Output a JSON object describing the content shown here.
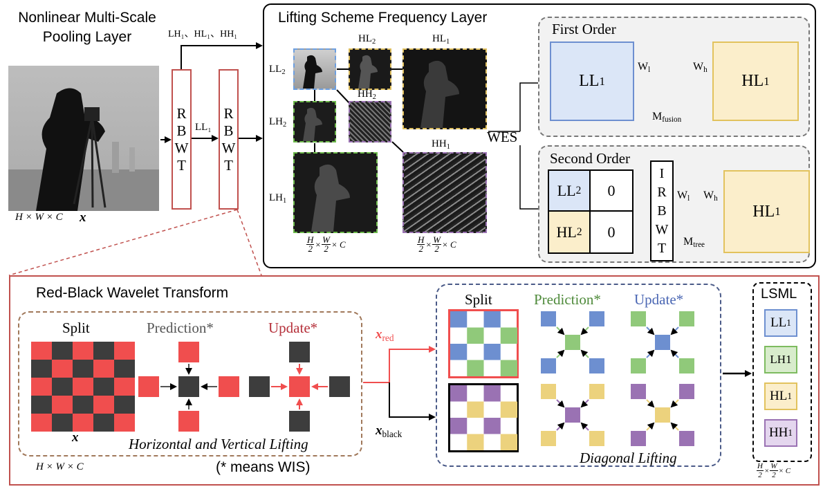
{
  "pooling": {
    "title_line1": "Nonlinear Multi-Scale",
    "title_line2": "Pooling Layer",
    "input_dims": "H × W × C",
    "input_var": "x",
    "rbwt_letters": [
      "R",
      "B",
      "W",
      "T"
    ],
    "top_branch_label": "LH₁、HL₁、HH₁",
    "ll1_label": "LL₁"
  },
  "lifting": {
    "title": "Lifting Scheme Frequency Layer",
    "ll2": "LL",
    "ll2_sub": "2",
    "hl2": "HL",
    "hl2_sub": "2",
    "hl1": "HL",
    "hl1_sub": "1",
    "lh2": "LH",
    "lh2_sub": "2",
    "hh2": "HH",
    "hh2_sub": "2",
    "hh1": "HH",
    "hh1_sub": "1",
    "lh1": "LH",
    "lh1_sub": "1",
    "dims_a": "× C",
    "dims_b": "× C",
    "wes": "WES",
    "first_order": {
      "title": "First Order",
      "ll": "LL",
      "ll_sub": "1",
      "hl": "HL",
      "hl_sub": "1",
      "wl": "W",
      "wl_sub": "l",
      "wh": "W",
      "wh_sub": "h",
      "m": "M",
      "m_sub": "fusion"
    },
    "second_order": {
      "title": "Second Order",
      "ll": "LL",
      "ll_sub": "2",
      "hl": "HL",
      "hl_sub": "2",
      "zero1": "0",
      "zero2": "0",
      "irbwt": [
        "I",
        "R",
        "B",
        "W",
        "T"
      ],
      "wl": "W",
      "wl_sub": "l",
      "wh": "W",
      "wh_sub": "h",
      "m": "M",
      "m_sub": "tree",
      "hl1": "HL",
      "hl1_sub": "1"
    }
  },
  "rbwt": {
    "title": "Red-Black Wavelet Transform",
    "split": "Split",
    "prediction": "Prediction*",
    "update": "Update*",
    "x_label": "x",
    "hv_lifting": "Horizontal and Vertical Lifting",
    "dims": "H × W × C",
    "note": "(* means WIS)",
    "x_red": "x",
    "x_red_sub": "red",
    "x_black": "x",
    "x_black_sub": "black",
    "diag_split": "Split",
    "diag_prediction": "Prediction*",
    "diag_update": "Update*",
    "diag_lifting": "Diagonal Lifting"
  },
  "lsml": {
    "title": "LSML",
    "items": [
      {
        "main": "LL",
        "sub": "1"
      },
      {
        "main": "LH1",
        "sub": ""
      },
      {
        "main": "HL",
        "sub": "1"
      },
      {
        "main": "HH",
        "sub": "1"
      }
    ],
    "dims": "× C"
  },
  "colors": {
    "red": "#f04e4e",
    "dark": "#3d3d3d",
    "blue": "#6d8fd0",
    "green": "#90c97a",
    "yellow": "#ecd27d",
    "purple": "#9a72b3",
    "rbwt_border": "#c0504d",
    "blue_fill": "#dbe6f7",
    "yellow_fill": "#fbeecb"
  }
}
